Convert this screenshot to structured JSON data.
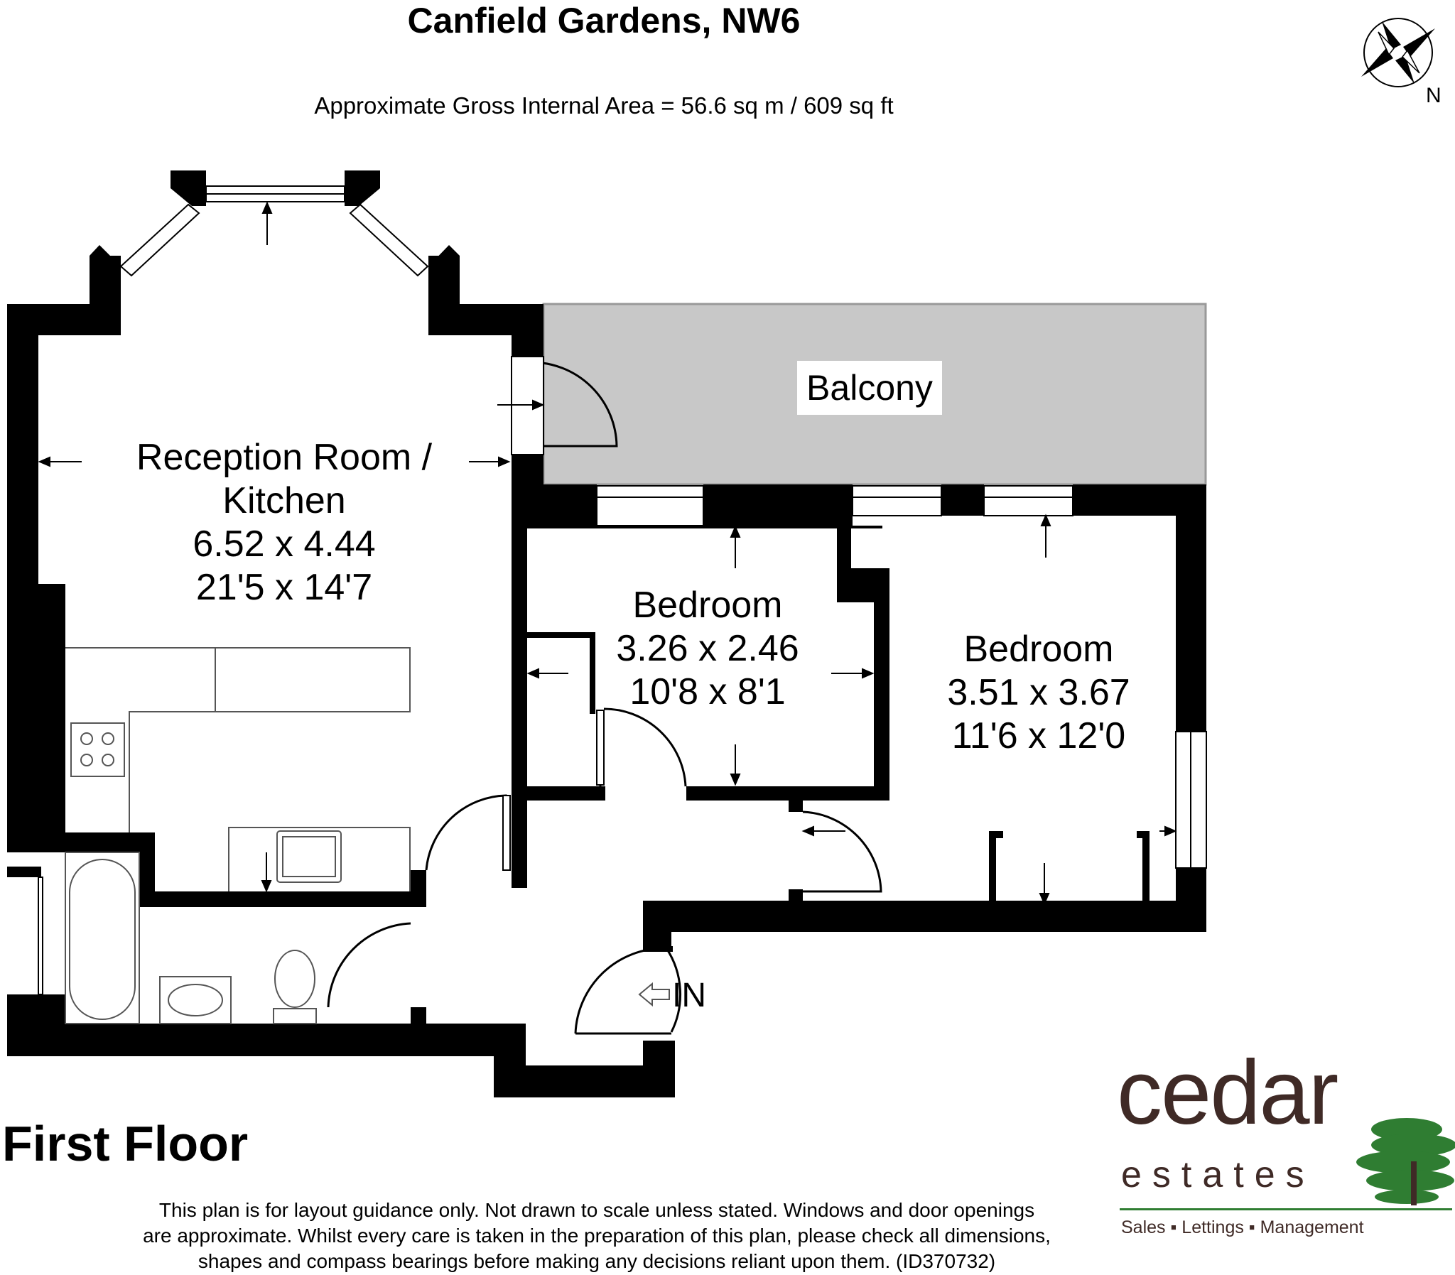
{
  "header": {
    "title": "Canfield Gardens, NW6",
    "area": "Approximate Gross Internal Area = 56.6 sq m / 609 sq ft"
  },
  "compass": {
    "north_label": "N",
    "icon": "compass-rose-icon"
  },
  "rooms": {
    "reception": {
      "name_line1": "Reception Room /",
      "name_line2": "Kitchen",
      "metric": "6.52 x 4.44",
      "imperial": "21'5 x 14'7"
    },
    "balcony": {
      "name": "Balcony"
    },
    "bedroom1": {
      "name": "Bedroom",
      "metric": "3.26 x 2.46",
      "imperial": "10'8 x 8'1"
    },
    "bedroom2": {
      "name": "Bedroom",
      "metric": "3.51 x 3.67",
      "imperial": "11'6 x 12'0"
    }
  },
  "entrance": {
    "label": "IN"
  },
  "floor": {
    "name": "First Floor"
  },
  "disclaimer": {
    "line1": "This plan is for layout guidance only. Not drawn to scale unless stated. Windows and door openings",
    "line2": "are approximate. Whilst every care is taken in the preparation of this plan, please check all dimensions,",
    "line3": "shapes and compass bearings before making any decisions reliant upon them. (ID370732)"
  },
  "logo": {
    "main": "cedar",
    "sub": "estates",
    "tagline": "Sales ▪ Lettings ▪ Management",
    "color": "#3f2a26",
    "accent": "#2f7d32"
  },
  "colors": {
    "wall": "#000000",
    "balcony_fill": "#c8c8c8"
  }
}
